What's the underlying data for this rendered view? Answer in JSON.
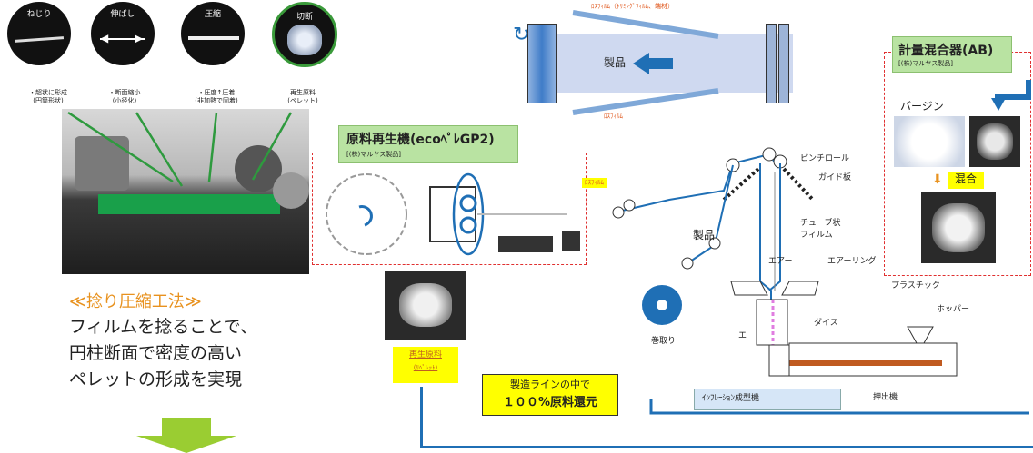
{
  "machine_panel": {
    "steps": [
      {
        "title": "ねじり",
        "desc": "・超状に形成\n(円筒形状)"
      },
      {
        "title": "伸ばし",
        "desc": "・断面縮小\n(小径化)"
      },
      {
        "title": "圧縮",
        "desc": "・圧度↑圧着\n(非加熱で固着)"
      },
      {
        "title": "切断",
        "desc": "再生原料\n(ペレット)"
      }
    ],
    "method_title": "≪捻り圧縮工法≫",
    "method_lines": [
      "フィルムを捻ることで、",
      "円柱断面で密度の高い",
      "ペレットの形成を実現"
    ]
  },
  "top_diagram": {
    "loss_film_top": "ﾛｽﾌｨﾙﾑ（ﾄﾘﾐﾝｸﾞﾌｨﾙﾑ、端材）",
    "product": "製品",
    "loss_film_bottom": "ﾛｽﾌｨﾙﾑ"
  },
  "regenerator": {
    "title": "原料再生機(ecoﾍﾟﾚGP2)",
    "maker": "[(株)マルヤス製品]",
    "loss_film": "ﾛｽﾌｨﾙﾑ",
    "recycled_label_1": "再生原料",
    "recycled_label_2": "(ﾘﾍﾟﾚｯﾄ)"
  },
  "line": {
    "pinch_roll": "ピンチロール",
    "guide_plate": "ガイド板",
    "tube_film": "チューブ状\nフィルム",
    "product": "製品",
    "air": "エアー",
    "air_ring": "エアーリング",
    "die": "ダイス",
    "winding": "巻取り",
    "plastic": "プラスチック",
    "hopper": "ホッパー",
    "extruder": "押出機",
    "air_left": "エ",
    "inflation": "ｲﾝﾌﾚｰｼｮﾝ成型機"
  },
  "mixer": {
    "title": "計量混合器(AB)",
    "maker": "[(株)マルヤス製品]",
    "virgin": "バージン",
    "mix": "混合"
  },
  "callout": {
    "line1": "製造ラインの中で",
    "line2": "１００%原料還元"
  },
  "colors": {
    "accent_blue": "#1f6fb5",
    "green": "#b9e3a2",
    "yellow": "#ffff00",
    "orange": "#e8921f",
    "red_dash": "#e03030"
  }
}
